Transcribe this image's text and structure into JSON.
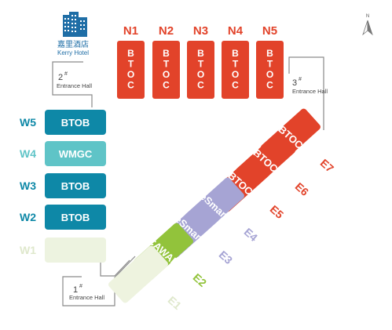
{
  "colors": {
    "btoc": "#e2432a",
    "btob": "#0e88a7",
    "wmgc": "#5fc4c7",
    "w1": "#edf3e0",
    "esmart": "#a6a4d4",
    "cawae": "#92c33b",
    "e1": "#eef3df",
    "outline": "#8a8a8a",
    "hotel": "#1f6ea6"
  },
  "hotel": {
    "name_cn": "嘉里酒店",
    "name_en": "Kerry Hotel",
    "icon": "hotel-building-icon"
  },
  "compass": {
    "label": "N",
    "icon": "north-arrow-icon"
  },
  "north_halls": [
    {
      "id": "N1",
      "label": "BTOC"
    },
    {
      "id": "N2",
      "label": "BTOC"
    },
    {
      "id": "N3",
      "label": "BTOC"
    },
    {
      "id": "N4",
      "label": "BTOC"
    },
    {
      "id": "N5",
      "label": "BTOC"
    }
  ],
  "west_halls": [
    {
      "id": "W5",
      "label": "BTOB"
    },
    {
      "id": "W4",
      "label": "WMGC"
    },
    {
      "id": "W3",
      "label": "BTOB"
    },
    {
      "id": "W2",
      "label": "BTOB"
    },
    {
      "id": "W1",
      "label": ""
    }
  ],
  "east_halls": [
    {
      "id": "E7",
      "label": "BTOC"
    },
    {
      "id": "E6",
      "label": "BTOC"
    },
    {
      "id": "E5",
      "label": "BTOC"
    },
    {
      "id": "E4",
      "label": "eSmart"
    },
    {
      "id": "E3",
      "label": "eSmart"
    },
    {
      "id": "E2",
      "label": "CAWAE"
    },
    {
      "id": "E1",
      "label": ""
    }
  ],
  "entrances": [
    {
      "num": "2",
      "sup": "#",
      "text": "Entrance Hall"
    },
    {
      "num": "3",
      "sup": "#",
      "text": "Entrance Hall"
    },
    {
      "num": "1",
      "sup": "#",
      "text": "Entrance Hall"
    }
  ]
}
